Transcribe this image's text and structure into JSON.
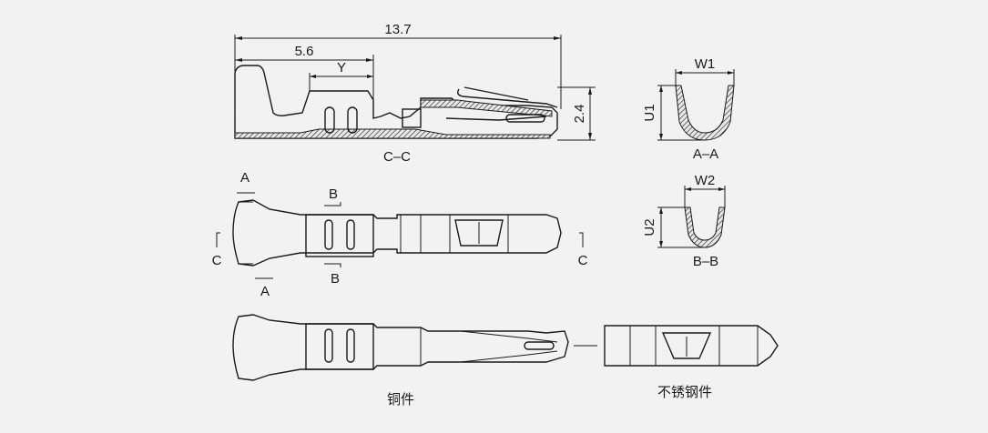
{
  "section_cc": {
    "dim_total": "13.7",
    "dim_crimp": "5.6",
    "dim_y": "Y",
    "dim_height": "2.4",
    "label": "C–C"
  },
  "section_aa": {
    "dim_w": "W1",
    "dim_u": "U1",
    "label": "A–A"
  },
  "section_bb": {
    "dim_w": "W2",
    "dim_u": "U2",
    "label": "B–B"
  },
  "top_view": {
    "mark_a": "A",
    "mark_b": "B",
    "mark_c": "C"
  },
  "bottom_view": {
    "copper_label": "铜件",
    "steel_label": "不锈钢件"
  }
}
